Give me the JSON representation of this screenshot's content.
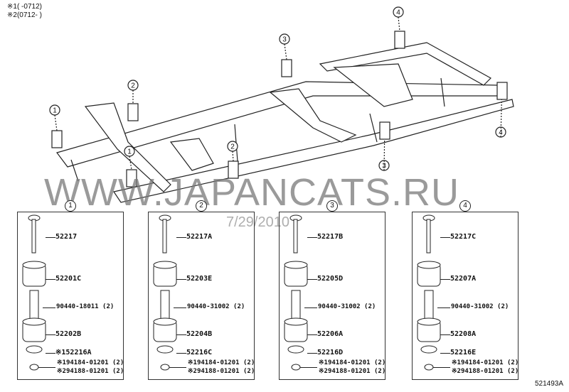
{
  "notes": [
    "※1(     -0712)",
    "※2(0712-     )"
  ],
  "watermark": "WWW.JAPANCATS.RU",
  "watermark_date": "7/29/2010",
  "frame_callouts": [
    "1",
    "1",
    "2",
    "2",
    "3",
    "3",
    "4",
    "4"
  ],
  "panels": [
    {
      "num": "1",
      "parts": [
        "52217",
        "52201C",
        "90440-18011 (2)",
        "52202B",
        "※152216A"
      ],
      "nuts": [
        "※194184-01201 (2)",
        "※294188-01201 (2)"
      ]
    },
    {
      "num": "2",
      "parts": [
        "52217A",
        "52203E",
        "90440-31002 (2)",
        "52204B",
        "52216C"
      ],
      "nuts": [
        "※194184-01201 (2)",
        "※294188-01201 (2)"
      ]
    },
    {
      "num": "3",
      "parts": [
        "52217B",
        "52205D",
        "90440-31002 (2)",
        "52206A",
        "52216D"
      ],
      "nuts": [
        "※194184-01201 (2)",
        "※294188-01201 (2)"
      ]
    },
    {
      "num": "4",
      "parts": [
        "52217C",
        "52207A",
        "90440-31002 (2)",
        "52208A",
        "52216E"
      ],
      "nuts": [
        "※194184-01201 (2)",
        "※294188-01201 (2)"
      ]
    }
  ],
  "diagram_code": "521493A"
}
